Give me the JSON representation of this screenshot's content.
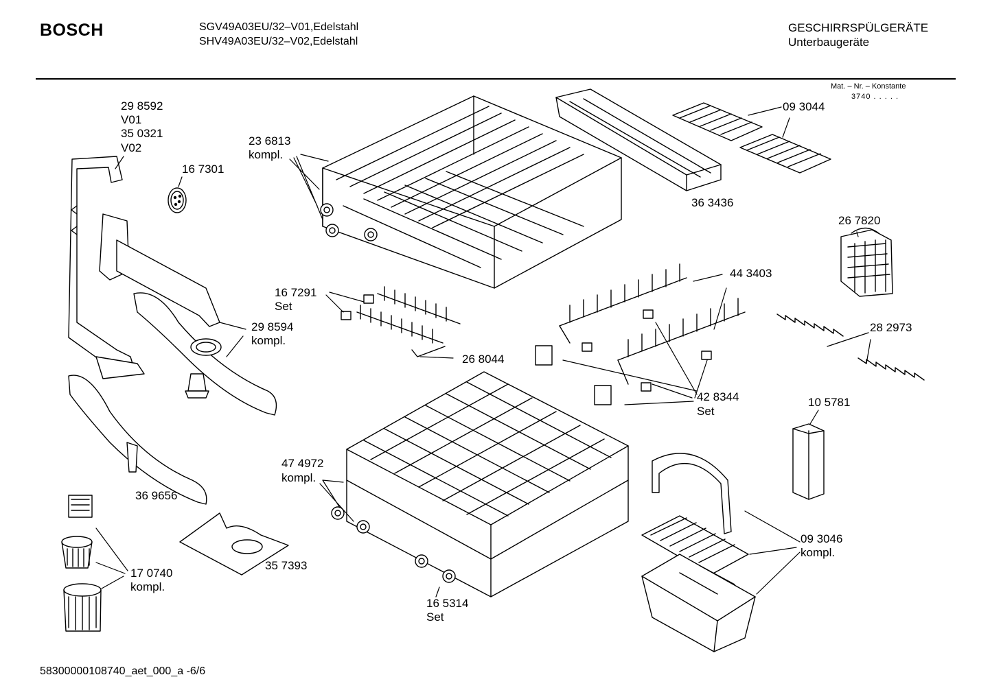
{
  "header": {
    "brand": "BOSCH",
    "model_line1": "SGV49A03EU/32–V01,Edelstahl",
    "model_line2": "SHV49A03EU/32–V02,Edelstahl",
    "category": "GESCHIRRSPÜLGERÄTE",
    "subcategory": "Unterbaugeräte",
    "mat_title": "Mat. – Nr. – Konstante",
    "mat_value": "3740 . . . . ."
  },
  "labels": {
    "p298592": "29 8592",
    "v01": "V01",
    "p350321": "35 0321",
    "v02": "V02",
    "p167301": "16 7301",
    "p236813": "23 6813",
    "kompl_236813": "kompl.",
    "p093044": "09 3044",
    "p363436": "36 3436",
    "p267820": "26 7820",
    "p167291": "16 7291",
    "set_167291": "Set",
    "p443403": "44 3403",
    "p298594": "29 8594",
    "kompl_298594": "kompl.",
    "p268044": "26 8044",
    "p282973": "28 2973",
    "p428344": "42 8344",
    "set_428344": "Set",
    "p105781": "10 5781",
    "p474972": "47 4972",
    "kompl_474972": "kompl.",
    "p369656": "36 9656",
    "p093046": "09 3046",
    "kompl_093046": "kompl.",
    "p357393": "35 7393",
    "p170740": "17 0740",
    "kompl_170740": "kompl.",
    "p165314": "16 5314",
    "set_165314": "Set"
  },
  "footer": {
    "doc_id": "58300000108740_aet_000_a",
    "page": "-6/6"
  }
}
